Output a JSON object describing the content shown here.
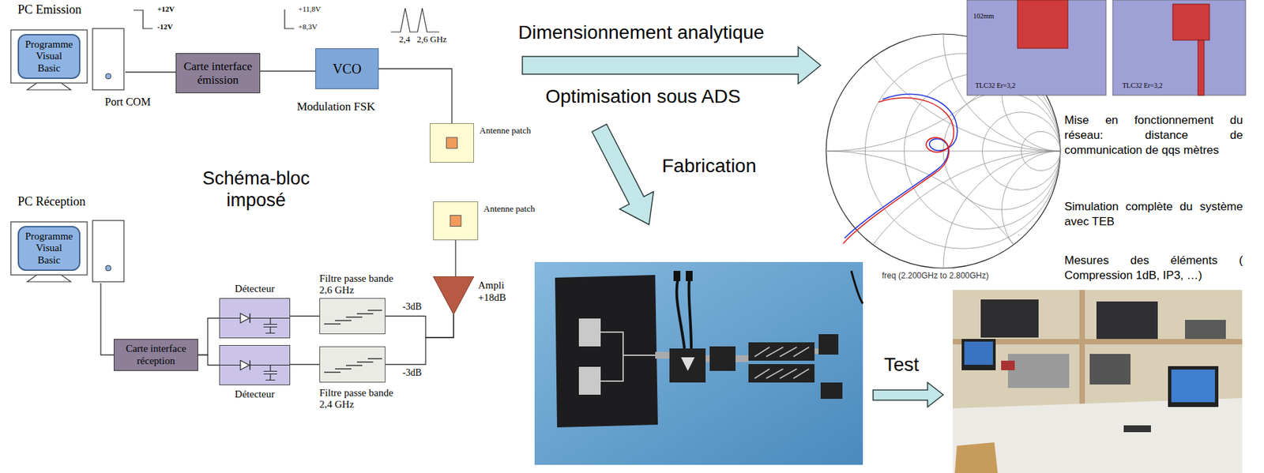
{
  "diagram": {
    "nodes": [
      {
        "text": [
          "PC Emission"
        ]
      },
      {
        "text": [
          "Programme Visual Basic"
        ],
        "in": 0
      },
      {
        "text": [
          "Carte interface émission"
        ]
      },
      {
        "text": [
          "VCO"
        ]
      },
      {
        "text": [
          "Antenne patch"
        ]
      },
      {
        "text": [
          "PC Réception"
        ]
      },
      {
        "text": [
          "Programme Visual Basic"
        ],
        "in": 5
      },
      {
        "text": [
          "Carte interface réception"
        ]
      },
      {
        "text": [
          "Détecteur"
        ]
      },
      {
        "text": [
          "Détecteur"
        ]
      },
      {
        "text": [
          "Filtre passe bande 2,6 GHz"
        ]
      },
      {
        "text": [
          "Filtre passe bande 2,4 GHz"
        ]
      },
      {
        "text": [
          "Ampli +18dB"
        ]
      },
      {
        "text": [
          "Antenne patch"
        ]
      }
    ],
    "edges": [
      {
        "from": 0,
        "to": 2,
        "arrow": "none"
      },
      {
        "from": 2,
        "to": 3,
        "arrow": "none"
      },
      {
        "from": 3,
        "to": 4,
        "arrow": "none"
      },
      {
        "from": 5,
        "to": 7,
        "arrow": "none"
      },
      {
        "from": 7,
        "to": 8,
        "arrow": "none"
      },
      {
        "from": 7,
        "to": 9,
        "arrow": "none"
      },
      {
        "from": 8,
        "to": 10,
        "arrow": "none"
      },
      {
        "from": 9,
        "to": 11,
        "arrow": "none"
      },
      {
        "from": 12,
        "to": 10,
        "label": "-3dB",
        "arrow": "none"
      },
      {
        "from": 12,
        "to": 11,
        "label": "-3dB",
        "arrow": "none"
      },
      {
        "from": 13,
        "to": 12,
        "arrow": "none"
      }
    ],
    "labels": [
      "+12V",
      "-12V",
      "+11,8V",
      "+8,3V",
      "2,4",
      "2,6 GHz",
      "Port COM",
      "Modulation FSK",
      "Schéma-bloc imposé",
      "Dimensionnement analytique",
      "Optimisation sous ADS",
      "Fabrication",
      "Test",
      "102mm",
      "TLC32 Er=3,2",
      "TLC32 Er=3,2",
      "freq (2.200GHz to 2.800GHz)",
      "Mise en fonctionnement du réseau: distance de communication de qqs mètres",
      "Simulation complète du système avec TEB",
      "Mesures des éléments ( Compression 1dB, IP3, …)"
    ]
  }
}
